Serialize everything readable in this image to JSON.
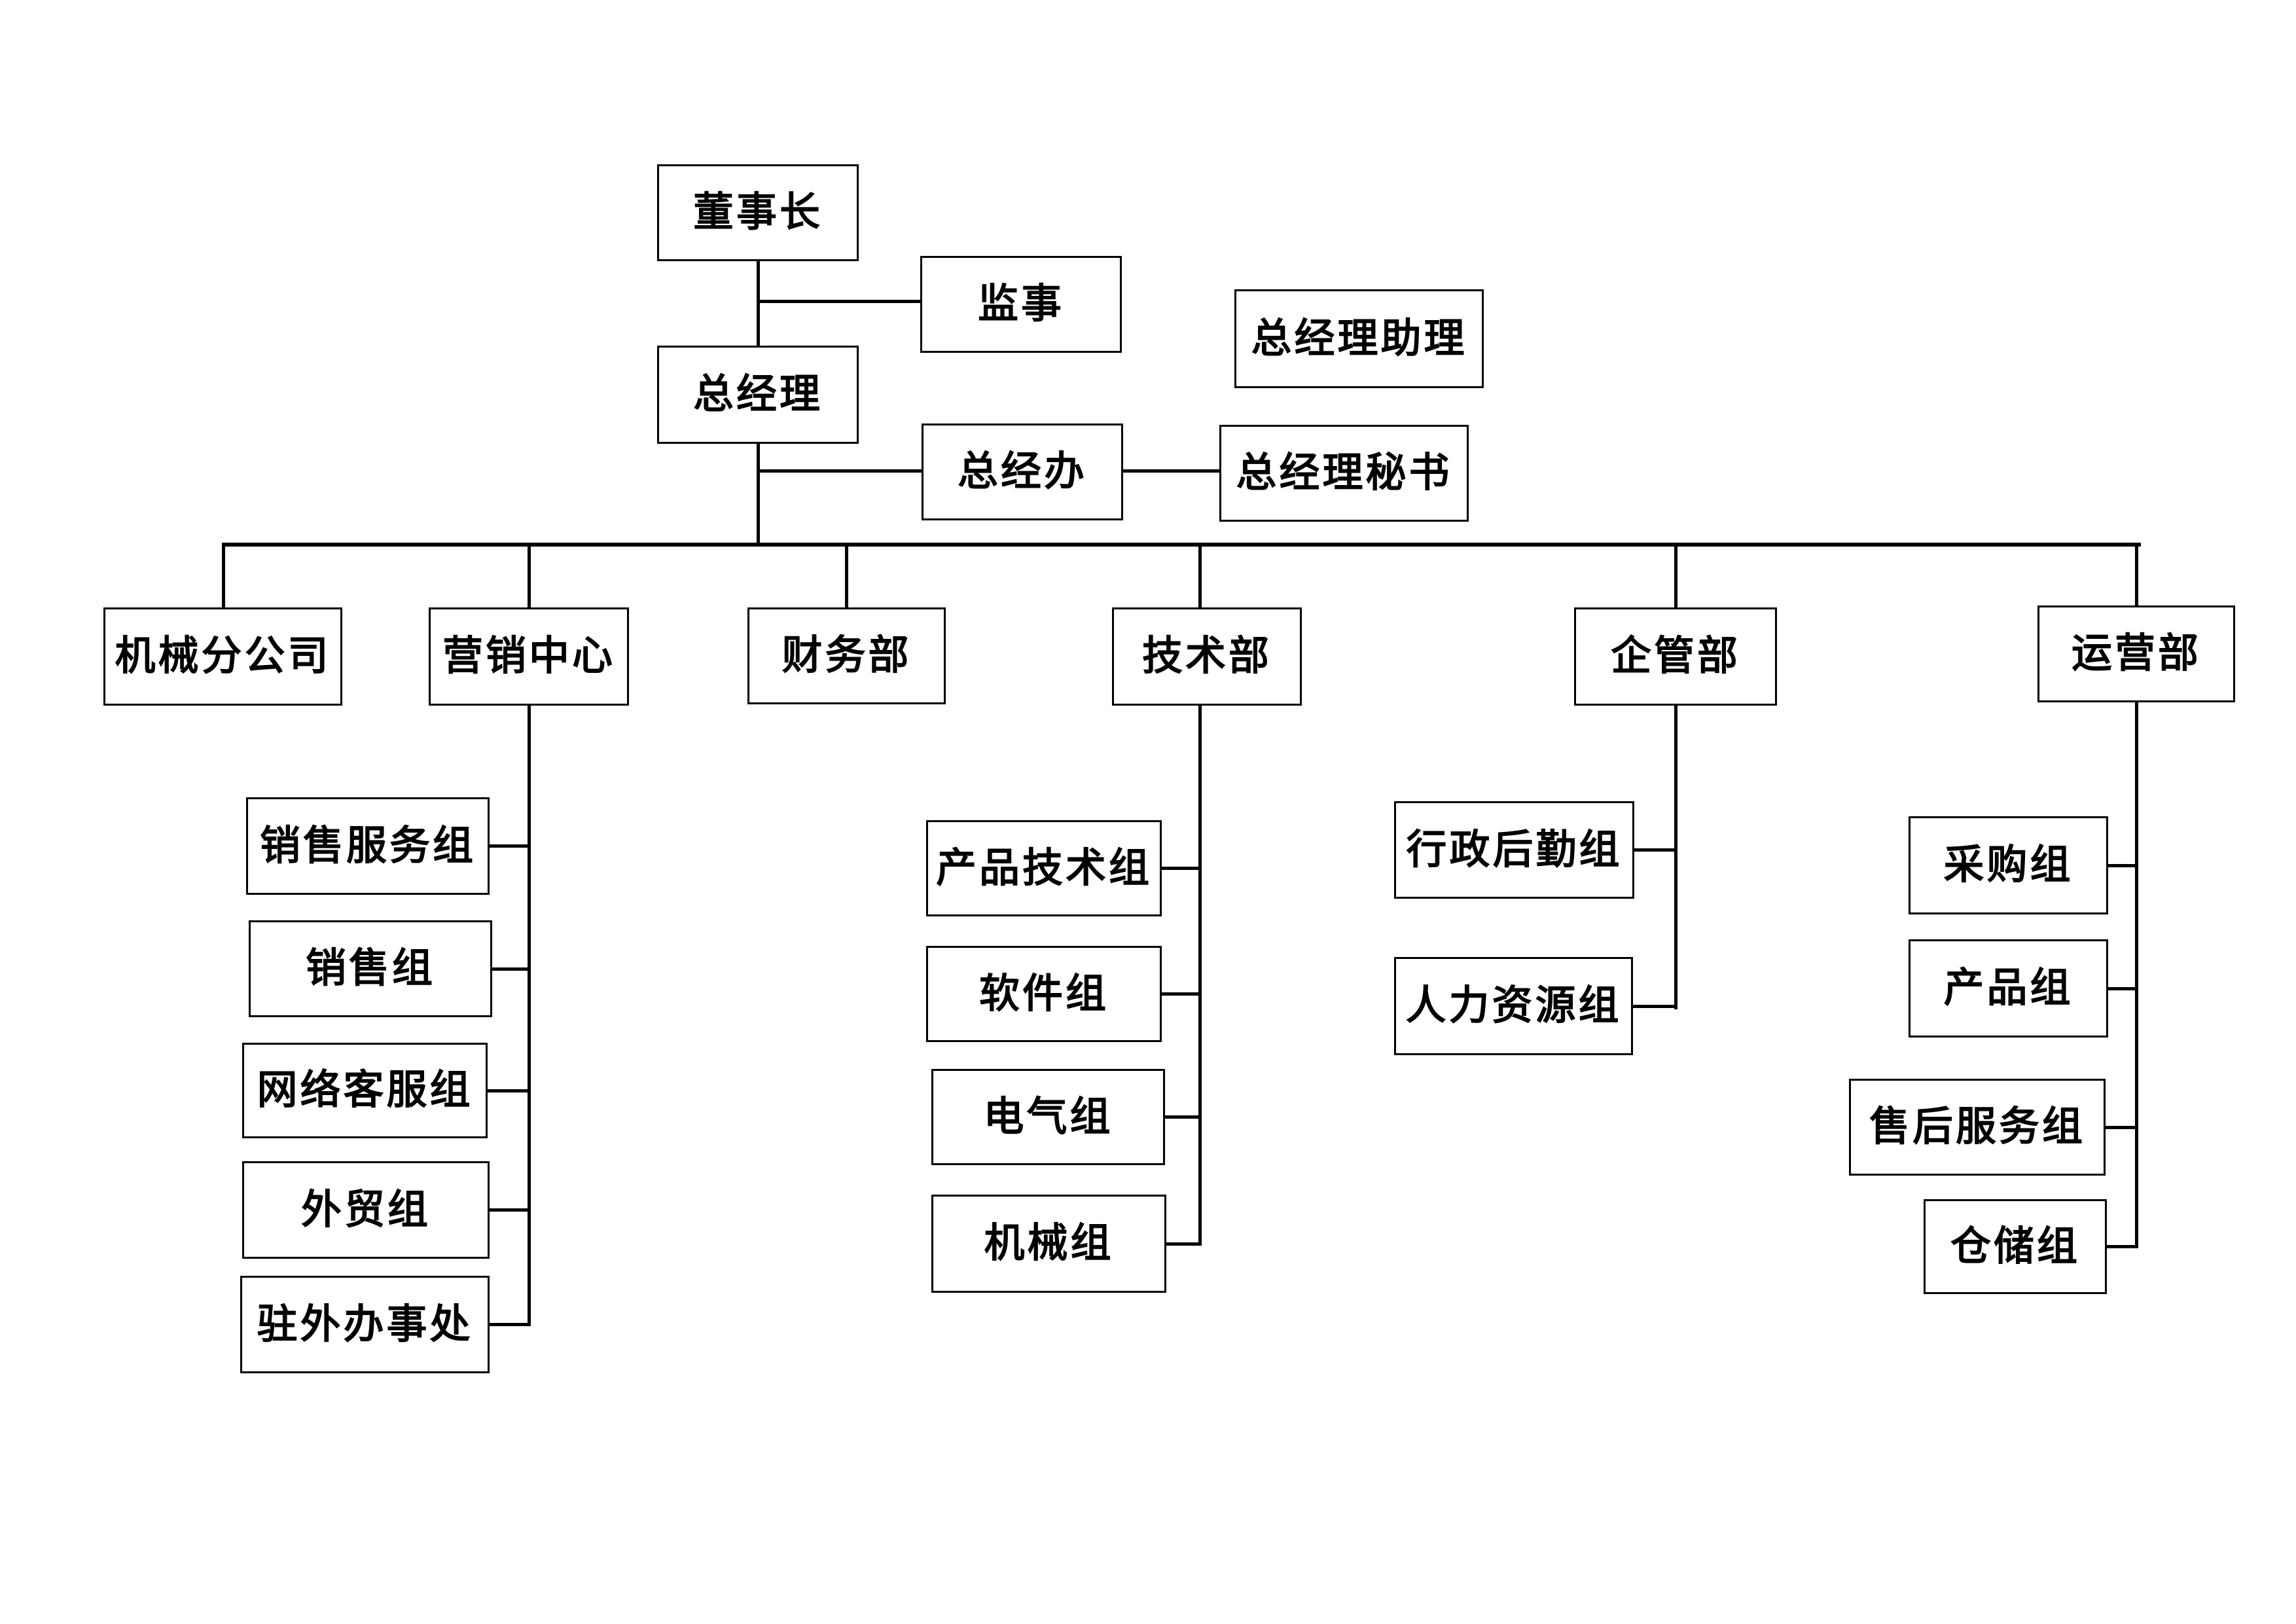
{
  "diagram": {
    "type": "org-chart",
    "background_color": "#ffffff",
    "line_color": "#000000",
    "box_border_color": "#000000",
    "text_color": "#000000"
  },
  "nodes": {
    "chairman": {
      "label": "董事长"
    },
    "supervisor": {
      "label": "监事"
    },
    "general_manager": {
      "label": "总经理"
    },
    "gm_assistant": {
      "label": "总经理助理"
    },
    "gm_office": {
      "label": "总经办"
    },
    "gm_secretary": {
      "label": "总经理秘书"
    },
    "machinery_branch": {
      "label": "机械分公司"
    },
    "marketing_center": {
      "label": "营销中心"
    },
    "finance_dept": {
      "label": "财务部"
    },
    "technology_dept": {
      "label": "技术部"
    },
    "enterprise_mgmt_dept": {
      "label": "企管部"
    },
    "operations_dept": {
      "label": "运营部"
    },
    "sales_service_group": {
      "label": "销售服务组"
    },
    "sales_group": {
      "label": "销售组"
    },
    "online_service_group": {
      "label": "网络客服组"
    },
    "foreign_trade_group": {
      "label": "外贸组"
    },
    "overseas_offices": {
      "label": "驻外办事处"
    },
    "product_tech_group": {
      "label": "产品技术组"
    },
    "software_group": {
      "label": "软件组"
    },
    "electrical_group": {
      "label": "电气组"
    },
    "mechanical_group": {
      "label": "机械组"
    },
    "admin_logistics_group": {
      "label": "行政后勤组"
    },
    "hr_group": {
      "label": "人力资源组"
    },
    "purchasing_group": {
      "label": "采购组"
    },
    "product_group": {
      "label": "产品组"
    },
    "aftersales_group": {
      "label": "售后服务组"
    },
    "warehousing_group": {
      "label": "仓储组"
    }
  },
  "edges": [
    {
      "from": "chairman",
      "to": "supervisor"
    },
    {
      "from": "chairman",
      "to": "general_manager"
    },
    {
      "from": "general_manager",
      "to": "gm_office"
    },
    {
      "from": "gm_office",
      "to": "gm_secretary"
    },
    {
      "from": "general_manager",
      "to": "machinery_branch"
    },
    {
      "from": "general_manager",
      "to": "marketing_center"
    },
    {
      "from": "general_manager",
      "to": "finance_dept"
    },
    {
      "from": "general_manager",
      "to": "technology_dept"
    },
    {
      "from": "general_manager",
      "to": "enterprise_mgmt_dept"
    },
    {
      "from": "general_manager",
      "to": "operations_dept"
    },
    {
      "from": "marketing_center",
      "to": "sales_service_group"
    },
    {
      "from": "marketing_center",
      "to": "sales_group"
    },
    {
      "from": "marketing_center",
      "to": "online_service_group"
    },
    {
      "from": "marketing_center",
      "to": "foreign_trade_group"
    },
    {
      "from": "marketing_center",
      "to": "overseas_offices"
    },
    {
      "from": "technology_dept",
      "to": "product_tech_group"
    },
    {
      "from": "technology_dept",
      "to": "software_group"
    },
    {
      "from": "technology_dept",
      "to": "electrical_group"
    },
    {
      "from": "technology_dept",
      "to": "mechanical_group"
    },
    {
      "from": "enterprise_mgmt_dept",
      "to": "admin_logistics_group"
    },
    {
      "from": "enterprise_mgmt_dept",
      "to": "hr_group"
    },
    {
      "from": "operations_dept",
      "to": "purchasing_group"
    },
    {
      "from": "operations_dept",
      "to": "product_group"
    },
    {
      "from": "operations_dept",
      "to": "aftersales_group"
    },
    {
      "from": "operations_dept",
      "to": "warehousing_group"
    }
  ]
}
